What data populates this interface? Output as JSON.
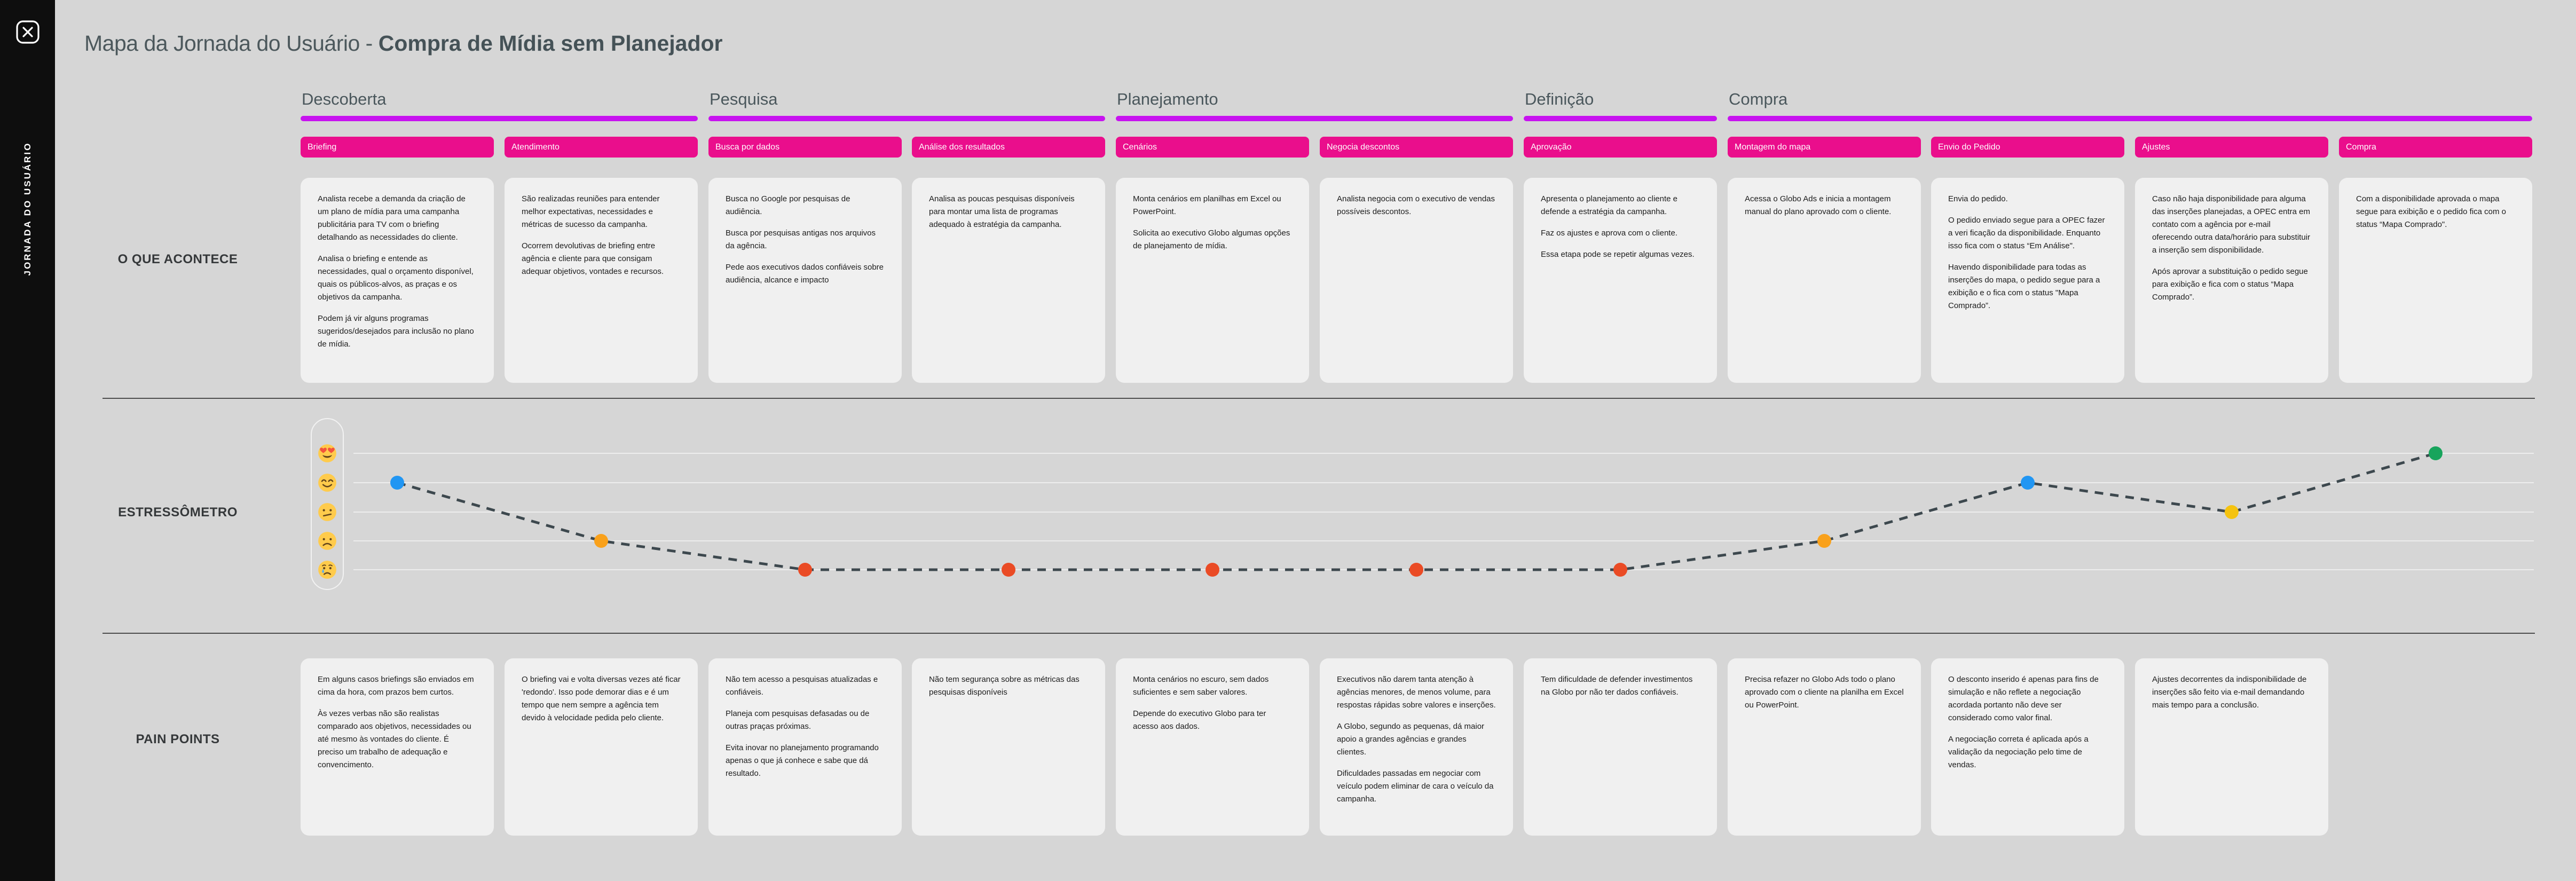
{
  "sidebar": {
    "vertical_label": "JORNADA DO USUÁRIO",
    "logo": "journey-logo-icon"
  },
  "header": {
    "title_regular": "Mapa da Jornada do Usuário - ",
    "title_bold": "Compra de Mídia sem Planejador"
  },
  "row_labels": {
    "what_happens": "O QUE ACONTECE",
    "stressometer": "ESTRESSÔMETRO",
    "pain_points": "PAIN POINTS"
  },
  "phases": [
    {
      "label": "Descoberta",
      "col_start": 0,
      "col_end": 1
    },
    {
      "label": "Pesquisa",
      "col_start": 2,
      "col_end": 3
    },
    {
      "label": "Planejamento",
      "col_start": 4,
      "col_end": 5
    },
    {
      "label": "Definição",
      "col_start": 6,
      "col_end": 6
    },
    {
      "label": "Compra",
      "col_start": 7,
      "col_end": 10
    }
  ],
  "columns": [
    {
      "pill": "Briefing",
      "what_happens": [
        "Analista recebe a demanda da criação de um plano de mídia para uma campanha publicitária para TV com o briefing detalhando as necessidades do cliente.",
        "Analisa o briefing e entende as necessidades, qual o orçamento disponível, quais os públicos-alvos, as praças e os objetivos da campanha.",
        "Podem já vir alguns programas sugeridos/desejados para inclusão no plano de mídia."
      ],
      "pain_points": [
        "Em alguns casos briefings são enviados em cima da hora, com prazos bem curtos.",
        "Às vezes verbas não são realistas comparado aos objetivos, necessidades ou até mesmo às vontades do cliente. É preciso um trabalho de adequação e convencimento."
      ],
      "stress_level": 2,
      "stress_color": "#2196F3"
    },
    {
      "pill": "Atendimento",
      "what_happens": [
        "São realizadas reuniões para entender melhor expectativas, necessidades e métricas de sucesso da campanha.",
        "Ocorrem devolutivas de briefing entre agência e cliente para que consigam adequar objetivos, vontades e recursos."
      ],
      "pain_points": [
        "O briefing vai e volta diversas vezes até  ficar 'redondo'. Isso pode demorar dias e é um tempo que nem sempre a agência tem devido à velocidade pedida pelo cliente."
      ],
      "stress_level": 4,
      "stress_color": "#F9A11B"
    },
    {
      "pill": "Busca por dados",
      "what_happens": [
        "Busca no Google por pesquisas de audiência.",
        "Busca por pesquisas antigas nos arquivos da agência.",
        "Pede aos executivos dados confiáveis sobre audiência, alcance e impacto"
      ],
      "pain_points": [
        "Não tem acesso a pesquisas atualizadas e confiáveis.",
        "Planeja com pesquisas defasadas ou de outras praças próximas.",
        "Evita inovar no planejamento programando apenas o que já conhece e sabe que dá resultado."
      ],
      "stress_level": 5,
      "stress_color": "#EA4B25"
    },
    {
      "pill": "Análise dos resultados",
      "what_happens": [
        "Analisa as poucas pesquisas disponíveis para montar uma lista de programas adequado à estratégia da campanha."
      ],
      "pain_points": [
        "Não tem segurança sobre as métricas das pesquisas disponíveis"
      ],
      "stress_level": 5,
      "stress_color": "#EA4B25"
    },
    {
      "pill": "Cenários",
      "what_happens": [
        "Monta cenários em planilhas em Excel ou PowerPoint.",
        "Solicita ao executivo Globo algumas opções de planejamento de mídia."
      ],
      "pain_points": [
        "Monta cenários no escuro, sem dados suficientes e sem saber valores.",
        "Depende do executivo Globo para ter acesso aos dados."
      ],
      "stress_level": 5,
      "stress_color": "#EA4B25"
    },
    {
      "pill": "Negocia descontos",
      "what_happens": [
        "Analista negocia com o executivo de vendas possíveis descontos."
      ],
      "pain_points": [
        "Executivos não darem tanta atenção à agências menores, de menos volume, para respostas rápidas sobre valores e inserções.",
        "A Globo, segundo as pequenas, dá maior apoio a grandes agências e grandes clientes.",
        "Dificuldades passadas em negociar com veículo podem eliminar de cara o veículo da campanha."
      ],
      "stress_level": 5,
      "stress_color": "#EA4B25"
    },
    {
      "pill": "Aprovação",
      "what_happens": [
        "Apresenta o planejamento ao cliente e defende a estratégia da campanha.",
        "Faz os ajustes e aprova com o cliente.",
        "Essa etapa pode se repetir algumas vezes."
      ],
      "pain_points": [
        "Tem dificuldade de defender investimentos na Globo por não ter dados confiáveis."
      ],
      "stress_level": 5,
      "stress_color": "#EA4B25"
    },
    {
      "pill": "Montagem do mapa",
      "what_happens": [
        "Acessa o Globo Ads e inicia a montagem manual do plano aprovado com o cliente."
      ],
      "pain_points": [
        "Precisa refazer no Globo Ads todo o plano aprovado com o cliente na planilha em Excel ou PowerPoint."
      ],
      "stress_level": 4,
      "stress_color": "#F9A11B"
    },
    {
      "pill": "Envio do Pedido",
      "what_happens": [
        "Envia do pedido.",
        "O pedido enviado segue para a OPEC fazer a veri ficação da disponibilidade. Enquanto isso fica com o status “Em Análise\".",
        "Havendo disponibilidade para todas as inserções do mapa, o pedido segue para a exibição e o fica com o status \"Mapa Comprado”."
      ],
      "pain_points": [
        "O desconto inserido é apenas para fins de simulação e não reflete a negociação acordada portanto não deve ser considerado como valor final.",
        "A negociação correta é aplicada após a validação da negociação pelo time de vendas."
      ],
      "stress_level": 2,
      "stress_color": "#2196F3"
    },
    {
      "pill": "Ajustes",
      "what_happens": [
        "Caso não haja disponibilidade para alguma das inserções planejadas, a OPEC entra em contato com a agência por e-mail oferecendo outra data/horário para substituir a inserção sem disponibilidade.",
        "Após aprovar a substituição o pedido segue para exibição e fica com o status “Mapa Comprado”."
      ],
      "pain_points": [
        "Ajustes decorrentes da indisponibilidade de inserções são feito via e-mail demandando mais tempo para a conclusão."
      ],
      "stress_level": 3,
      "stress_color": "#F5C310"
    },
    {
      "pill": "Compra",
      "what_happens": [
        "Com a disponibilidade aprovada o mapa segue para exibição e o pedido fica com o status “Mapa Comprado\"."
      ],
      "pain_points": [],
      "stress_level": 1,
      "stress_color": "#18A45C"
    }
  ],
  "stressometer": {
    "emoji_scale": [
      "heart-eyes",
      "smiling",
      "confused",
      "frowning",
      "crying"
    ]
  },
  "colors": {
    "background": "#D6D6D6",
    "sidebar": "#0E0E0E",
    "phase_bar": "#C713EF",
    "pill": "#EA0E8C",
    "card_bg": "#F0F0F0",
    "dashed_line": "#3D484E",
    "gridline": "#EDEDED",
    "stress_green": "#18A45C",
    "stress_blue": "#2196F3",
    "stress_yellow": "#F5C310",
    "stress_orange": "#F9A11B",
    "stress_red": "#EA4B25"
  },
  "chart_data": {
    "type": "line",
    "title": "Estressômetro",
    "x": [
      "Briefing",
      "Atendimento",
      "Busca por dados",
      "Análise dos resultados",
      "Cenários",
      "Negocia descontos",
      "Aprovação",
      "Montagem do mapa",
      "Envio do Pedido",
      "Ajustes",
      "Compra"
    ],
    "values_stress_level": [
      2,
      4,
      5,
      5,
      5,
      5,
      5,
      4,
      2,
      3,
      1
    ],
    "scale_note": "level 1 = heart-eyes (best) ... level 5 = crying (worst)",
    "point_colors": [
      "blue",
      "orange",
      "red",
      "red",
      "red",
      "red",
      "red",
      "orange",
      "blue",
      "yellow",
      "green"
    ],
    "line_style": "dashed",
    "grid": true,
    "legend_position": "none"
  }
}
